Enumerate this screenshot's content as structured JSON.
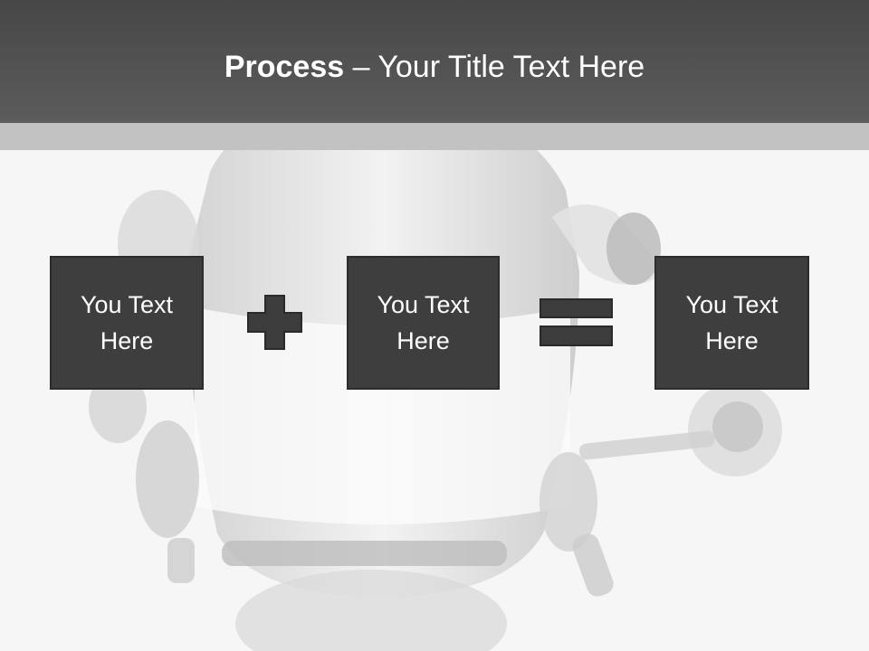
{
  "slide": {
    "title_bold": "Process",
    "title_rest": " – Your Title Text Here",
    "boxes": [
      {
        "line1": "You Text",
        "line2": "Here"
      },
      {
        "line1": "You Text",
        "line2": "Here"
      },
      {
        "line1": "You Text",
        "line2": "Here"
      }
    ],
    "operators": [
      "plus",
      "equals"
    ]
  },
  "colors": {
    "header": "#4f4f4f",
    "subbar": "#c2c2c2",
    "box": "#3e3e3e",
    "operator": "#3c3c3c",
    "background": "#f6f6f6"
  }
}
